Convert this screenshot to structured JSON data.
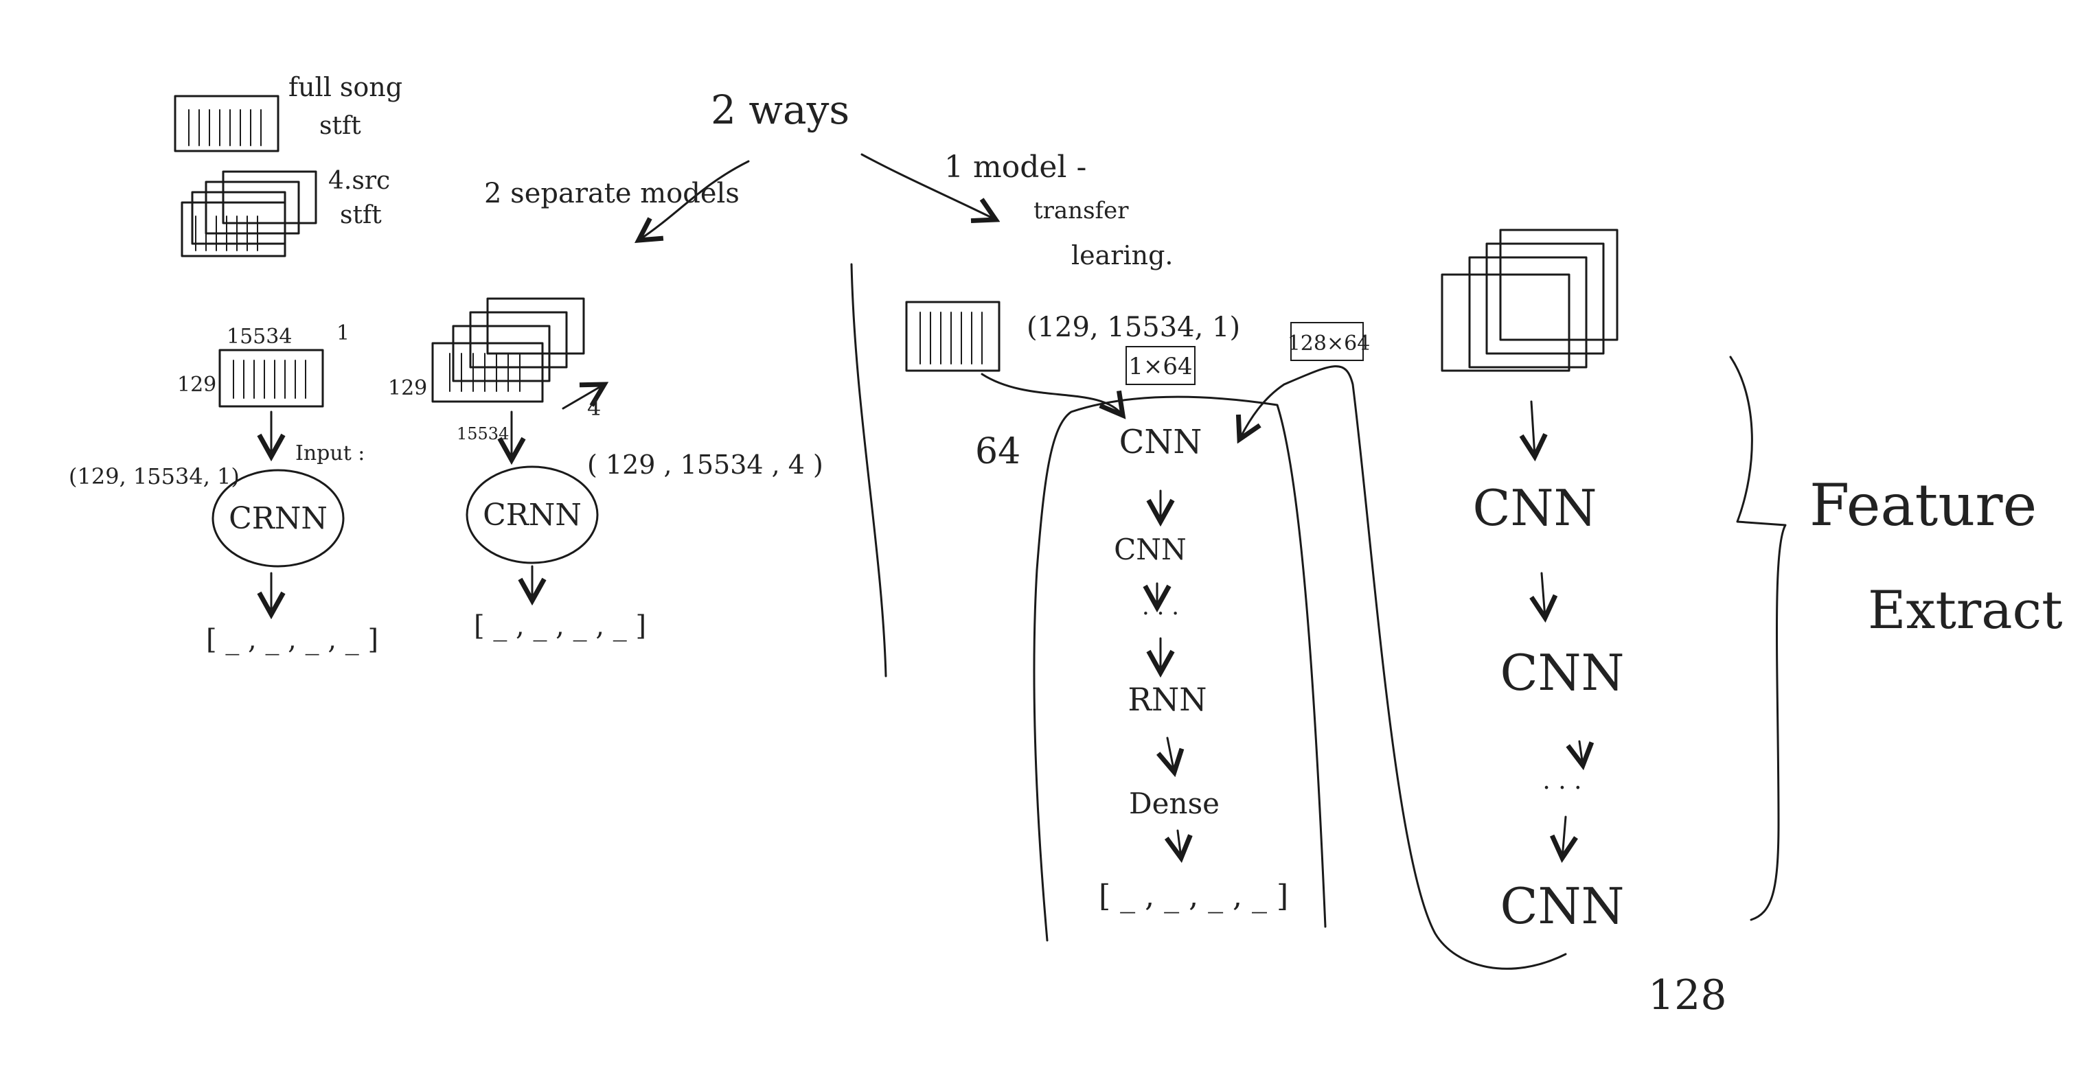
{
  "legend": {
    "full_song": "full song",
    "full_song_sub": "stft",
    "four_src": "4.src",
    "four_src_sub": "stft"
  },
  "title": "2 ways",
  "branch_left": "2 separate models",
  "branch_right": "1 model -",
  "branch_right_2": "transfer",
  "branch_right_3": "learing.",
  "left_model_a": {
    "dim_top": "15534",
    "dim_side": "129",
    "dim_depth": "1",
    "input_shape": "(129, 15534, 1)",
    "input_label": "Input :",
    "block": "CRNN",
    "output": "[ _ , _ , _ , _ ]"
  },
  "left_model_b": {
    "dim_side": "129",
    "dim_bottom": "15534",
    "dim_depth": "4",
    "input_shape": "( 129 , 15534 , 4 )",
    "block": "CRNN",
    "output": "[ _ , _ , _ , _ ]"
  },
  "transfer": {
    "input_shape": "(129, 15534, 1)",
    "filter_a": "1×64",
    "filter_b": "128×64",
    "side_64": "64",
    "stack": [
      "CNN",
      "CNN",
      "· · ·",
      "RNN",
      "Dense"
    ],
    "output": "[ _ , _ , _ , _ ]"
  },
  "feature": {
    "stack": [
      "CNN",
      "CNN",
      "· · ·",
      "CNN"
    ],
    "bottom_label": "128",
    "bracket_label_1": "Feature",
    "bracket_label_2": "Extract"
  }
}
